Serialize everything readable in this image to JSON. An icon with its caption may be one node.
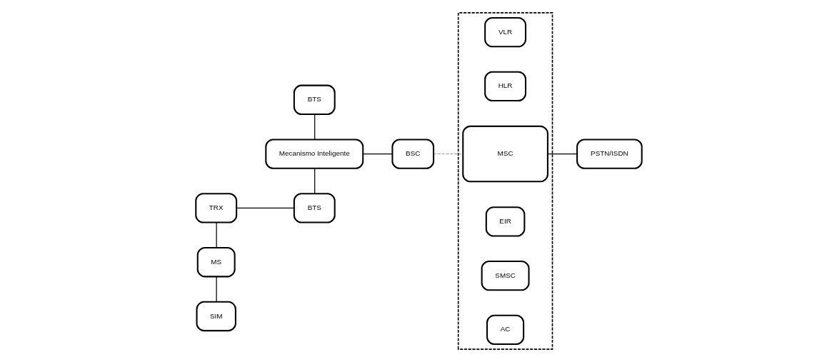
{
  "diagram": {
    "nodes": [
      {
        "text": [
          "TRX"
        ]
      },
      {
        "text": [
          "MS"
        ]
      },
      {
        "text": [
          "SIM"
        ]
      },
      {
        "text": [
          "BTS"
        ]
      },
      {
        "text": [
          "Mecanismo Inteligente"
        ]
      },
      {
        "text": [
          "BTS"
        ]
      },
      {
        "text": [
          "BSC"
        ]
      },
      {
        "text": [],
        "shape": "box"
      },
      {
        "text": [
          "VLR"
        ],
        "in": 7
      },
      {
        "text": [
          "HLR"
        ],
        "in": 7
      },
      {
        "text": [
          "MSC"
        ],
        "in": 7
      },
      {
        "text": [
          "EIR"
        ],
        "in": 7
      },
      {
        "text": [
          "SMSC"
        ],
        "in": 7
      },
      {
        "text": [
          "AC"
        ],
        "in": 7
      },
      {
        "text": [
          "PSTN/ISDN"
        ]
      }
    ],
    "edges": [
      {
        "from": 0,
        "to": 1,
        "arrow": "none"
      },
      {
        "from": 1,
        "to": 2,
        "arrow": "none"
      },
      {
        "from": 0,
        "to": 5,
        "arrow": "none"
      },
      {
        "from": 3,
        "to": 4,
        "arrow": "none"
      },
      {
        "from": 4,
        "to": 5,
        "arrow": "none"
      },
      {
        "from": 4,
        "to": 6,
        "arrow": "none"
      },
      {
        "from": 6,
        "to": 10,
        "arrow": "none",
        "style": "dashed",
        "color": "#808080"
      },
      {
        "from": 10,
        "to": 14,
        "arrow": "none"
      }
    ]
  }
}
